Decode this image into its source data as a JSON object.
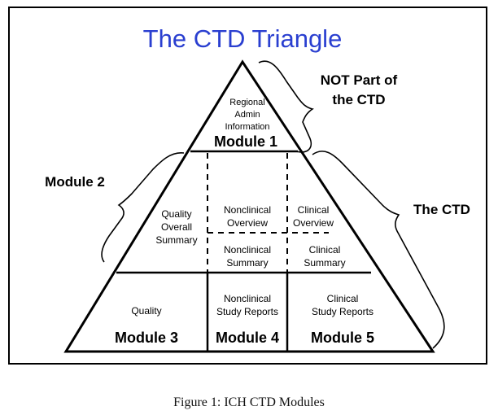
{
  "title": "The CTD Triangle",
  "caption": "Figure 1: ICH CTD Modules",
  "colors": {
    "title": "#2a3fd0",
    "lines": "#000000"
  },
  "brace_labels": {
    "not_part": [
      "NOT Part of",
      "the CTD"
    ],
    "module2": "Module 2",
    "the_ctd": "The CTD"
  },
  "module1": {
    "content": [
      "Regional",
      "Admin",
      "Information"
    ],
    "label": "Module 1"
  },
  "module2": {
    "quality_overall_summary": [
      "Quality",
      "Overall",
      "Summary"
    ],
    "nonclinical_overview": [
      "Nonclinical",
      "Overview"
    ],
    "clinical_overview": [
      "Clinical",
      "Overview"
    ],
    "nonclinical_summary": [
      "Nonclinical",
      "Summary"
    ],
    "clinical_summary": [
      "Clinical",
      "Summary"
    ]
  },
  "module3": {
    "content": [
      "Quality"
    ],
    "label": "Module 3"
  },
  "module4": {
    "content": [
      "Nonclinical",
      "Study Reports"
    ],
    "label": "Module 4"
  },
  "module5": {
    "content": [
      "Clinical",
      "Study Reports"
    ],
    "label": "Module 5"
  }
}
